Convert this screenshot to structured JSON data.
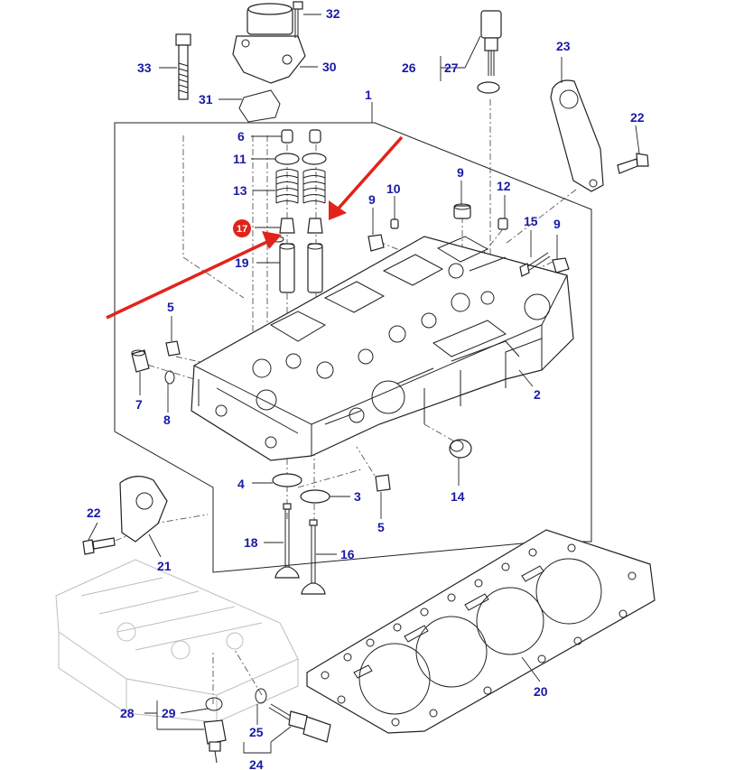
{
  "diagram": {
    "callouts": [
      {
        "id": "c1",
        "text": "1"
      },
      {
        "id": "c2",
        "text": "2"
      },
      {
        "id": "c3",
        "text": "3"
      },
      {
        "id": "c4",
        "text": "4"
      },
      {
        "id": "c5a",
        "text": "5"
      },
      {
        "id": "c5b",
        "text": "5"
      },
      {
        "id": "c6",
        "text": "6"
      },
      {
        "id": "c7",
        "text": "7"
      },
      {
        "id": "c8",
        "text": "8"
      },
      {
        "id": "c9a",
        "text": "9"
      },
      {
        "id": "c9b",
        "text": "9"
      },
      {
        "id": "c9c",
        "text": "9"
      },
      {
        "id": "c10",
        "text": "10"
      },
      {
        "id": "c11",
        "text": "11"
      },
      {
        "id": "c12",
        "text": "12"
      },
      {
        "id": "c13",
        "text": "13"
      },
      {
        "id": "c14",
        "text": "14"
      },
      {
        "id": "c15",
        "text": "15"
      },
      {
        "id": "c16",
        "text": "16"
      },
      {
        "id": "c17",
        "text": "17"
      },
      {
        "id": "c18",
        "text": "18"
      },
      {
        "id": "c19",
        "text": "19"
      },
      {
        "id": "c20",
        "text": "20"
      },
      {
        "id": "c21",
        "text": "21"
      },
      {
        "id": "c22a",
        "text": "22"
      },
      {
        "id": "c22b",
        "text": "22"
      },
      {
        "id": "c23",
        "text": "23"
      },
      {
        "id": "c24",
        "text": "24"
      },
      {
        "id": "c25",
        "text": "25"
      },
      {
        "id": "c26",
        "text": "26"
      },
      {
        "id": "c27",
        "text": "27"
      },
      {
        "id": "c28",
        "text": "28"
      },
      {
        "id": "c29",
        "text": "29"
      },
      {
        "id": "c30",
        "text": "30"
      },
      {
        "id": "c31",
        "text": "31"
      },
      {
        "id": "c32",
        "text": "32"
      },
      {
        "id": "c33",
        "text": "33"
      }
    ],
    "highlighted_callout": "17",
    "colors": {
      "callout_text": "#1a1aa6",
      "highlight_arrow": "#e2231a",
      "highlight_badge": "#e2231a",
      "line_art": "#222222"
    }
  }
}
